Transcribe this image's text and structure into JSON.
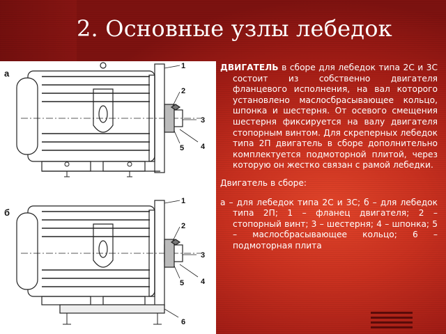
{
  "slide": {
    "title": "2. Основные узлы лебедок"
  },
  "figure": {
    "label_a": "а",
    "label_b": "б",
    "callouts_a": [
      "1",
      "2",
      "3",
      "5",
      "4"
    ],
    "callouts_b": [
      "1",
      "2",
      "3",
      "5",
      "4",
      "6"
    ]
  },
  "text": {
    "p1_heading": "ДВИГАТЕЛЬ",
    "p1_body": " в сборе для лебедок типа 2С и 3С состоит из собственно двигателя фланцевого исполнения, на вал которого установлено маслосбрасывающее кольцо, шпонка и шестерня. От осевого смещения шестерня фиксируется на валу двигателя стопорным винтом. Для скреперных лебедок типа 2П двигатель в сборе дополнительно комплектуется подмоторной плитой, через которую он жестко связан с рамой лебедки.",
    "p2": "Двигатель в сборе:",
    "p3": "а – для лебедок типа 2С и 3С; б – для лебедок типа 2П; 1 – фланец двигателя; 2 – стопорный винт; 3 – шестерня; 4 – шпонка; 5 – маслосбрасывающее кольцо; 6 – подмоторная плита"
  },
  "colors": {
    "background": "#c8301f",
    "text": "#ffffff"
  }
}
